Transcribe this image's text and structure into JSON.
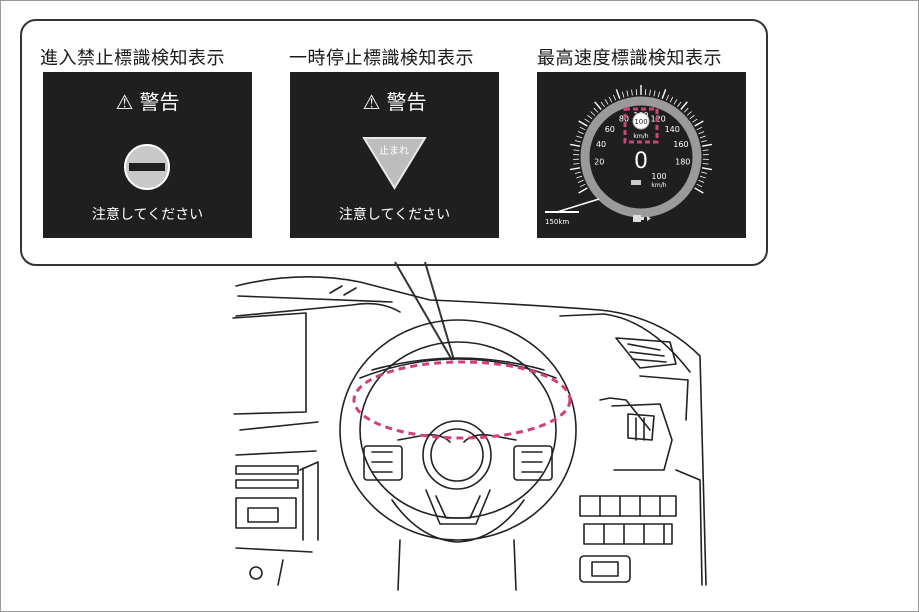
{
  "panels": [
    {
      "title": "進入禁止標識検知表示",
      "warning": "警告",
      "caution": "注意してください",
      "sign": "no-entry"
    },
    {
      "title": "一時停止標識検知表示",
      "warning": "警告",
      "caution": "注意してください",
      "sign_text": "止まれ"
    },
    {
      "title": "最高速度標識検知表示"
    }
  ],
  "speedometer": {
    "scale_labels": [
      "20",
      "40",
      "60",
      "80",
      "100",
      "120",
      "140",
      "160",
      "180"
    ],
    "sign_value": "100",
    "sign_unit": "km/h",
    "current_speed": "0",
    "limit_value": "100",
    "limit_unit": "km/h",
    "odometer": "150km"
  },
  "colors": {
    "screen_bg": "#1f1f1f",
    "highlight_dash": "#d0407a",
    "stop_sign": "#bdbdbd"
  }
}
